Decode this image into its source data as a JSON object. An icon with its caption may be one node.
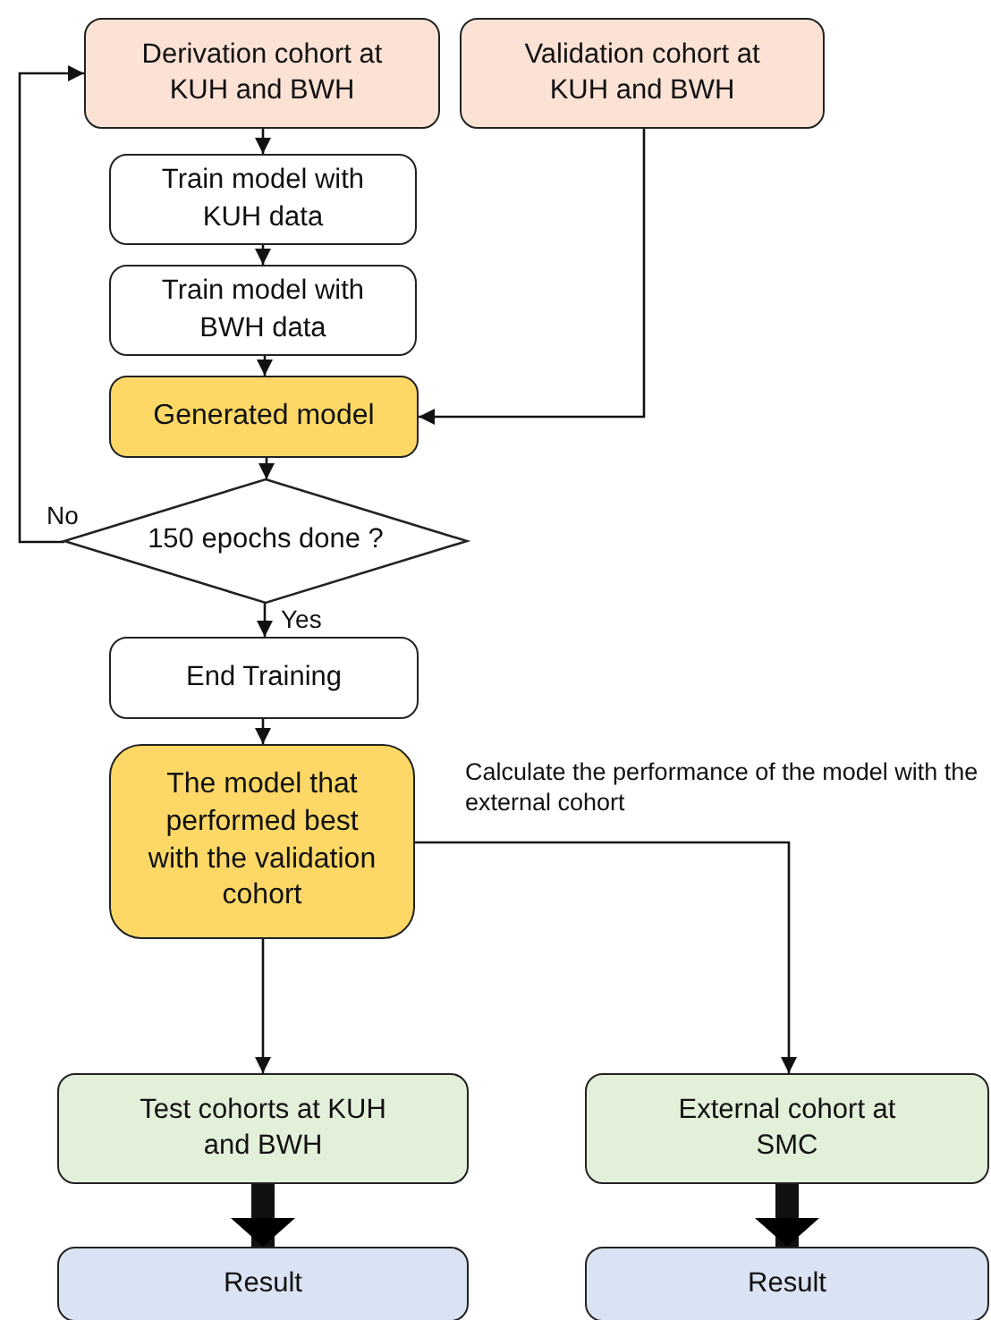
{
  "diagram": {
    "nodes": [
      {
        "text": [
          "Derivation cohort at KUH and BWH"
        ]
      },
      {
        "text": [
          "Validation cohort at KUH and BWH"
        ]
      },
      {
        "text": [
          "Train model with KUH data"
        ]
      },
      {
        "text": [
          "Train model with BWH data"
        ]
      },
      {
        "text": [
          "Generated model"
        ]
      },
      {
        "text": [
          "150 epochs done ?"
        ]
      },
      {
        "text": [
          "End Training"
        ]
      },
      {
        "text": [
          "The model that performed best with the validation cohort"
        ]
      },
      {
        "text": [
          "Test cohorts at KUH and BWH"
        ]
      },
      {
        "text": [
          "External cohort at SMC"
        ]
      },
      {
        "text": [
          "Result"
        ]
      },
      {
        "text": [
          "Result"
        ]
      }
    ],
    "edges": [
      {
        "from": 0,
        "to": 2,
        "arrow": "to"
      },
      {
        "from": 2,
        "to": 3,
        "arrow": "to"
      },
      {
        "from": 3,
        "to": 4,
        "arrow": "to"
      },
      {
        "from": 1,
        "to": 4,
        "arrow": "to"
      },
      {
        "from": 4,
        "to": 5,
        "arrow": "to"
      },
      {
        "from": 5,
        "to": 0,
        "arrow": "to",
        "label": "No"
      },
      {
        "from": 5,
        "to": 6,
        "arrow": "to",
        "label": "Yes"
      },
      {
        "from": 6,
        "to": 7,
        "arrow": "to"
      },
      {
        "from": 7,
        "to": 8,
        "arrow": "to"
      },
      {
        "from": 7,
        "to": 9,
        "arrow": "to",
        "label": "Calculate the performance of the model with the external cohort"
      },
      {
        "from": 8,
        "to": 10,
        "arrow": "to",
        "style": "thick"
      },
      {
        "from": 9,
        "to": 11,
        "arrow": "to",
        "style": "thick"
      }
    ]
  }
}
